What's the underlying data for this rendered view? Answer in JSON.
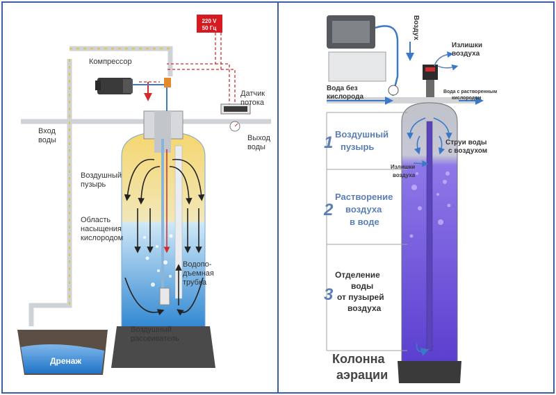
{
  "left": {
    "power_label_1": "220 V",
    "power_label_2": "50 Гц",
    "compressor": "Компрессор",
    "flow_sensor_1": "Датчик",
    "flow_sensor_2": "потока",
    "water_in_1": "Вход",
    "water_in_2": "воды",
    "water_out_1": "Выход",
    "water_out_2": "воды",
    "air_bubble_1": "Воздушный",
    "air_bubble_2": "пузырь",
    "saturation_1": "Область",
    "saturation_2": "насыщения",
    "saturation_3": "кислородом",
    "riser_1": "Водопо-",
    "riser_2": "дъемная",
    "riser_3": "трубка",
    "diffuser_1": "Воздушный",
    "diffuser_2": "рассеиватель",
    "drain": "Дренаж"
  },
  "right": {
    "air_label": "Воздух",
    "excess_air_1": "Излишки",
    "excess_air_2": "воздуха",
    "water_no_oxygen_1": "Вода без",
    "water_no_oxygen_2": "кислорода",
    "water_dissolved_air_1": "Вода с растворенным",
    "water_dissolved_air_2": "кислородом",
    "jets_1": "Струи воды",
    "jets_2": "с воздухом",
    "excess_air_small_1": "Излишки",
    "excess_air_small_2": "воздуха",
    "steps": [
      {
        "num": "1",
        "lines": [
          "Воздушный",
          "пузырь"
        ]
      },
      {
        "num": "2",
        "lines": [
          "Растворение",
          "воздуха",
          "в воде"
        ]
      },
      {
        "num": "3",
        "lines": [
          "Отделение",
          "воды",
          "от пузырей",
          "воздуха"
        ]
      }
    ],
    "title_1": "Колонна",
    "title_2": "аэрации"
  },
  "colors": {
    "border": "#3a5fa8",
    "pipe": "#c9cdd2",
    "yellow_zone": "#f3d36a",
    "blue_zone": "#3b8fd6",
    "violet": "#6a4fd8",
    "dashed_red": "#d22b2b"
  }
}
